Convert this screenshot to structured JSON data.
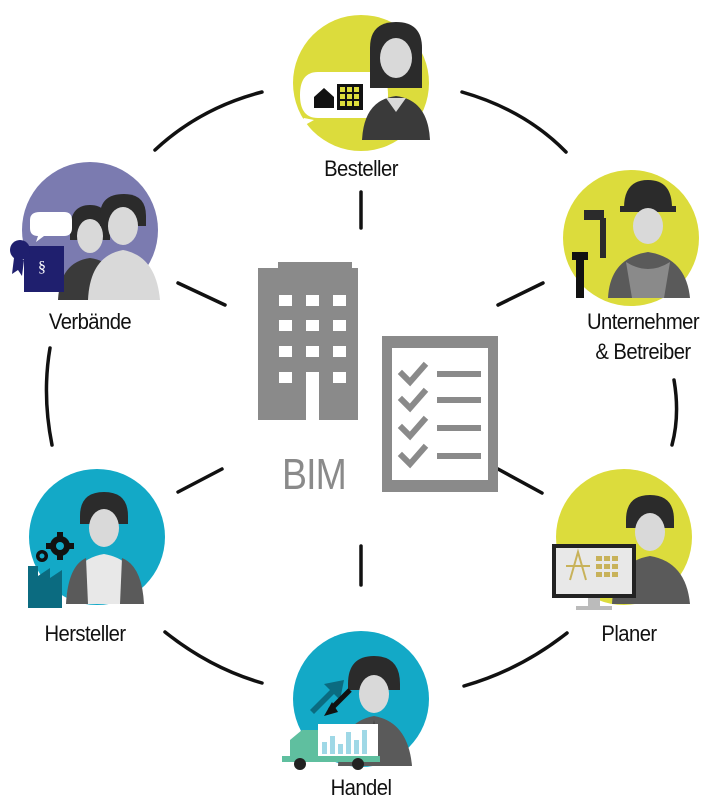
{
  "center": {
    "label": "BIM"
  },
  "roles": {
    "besteller": "Besteller",
    "unternehmer_line1": "Unternehmer",
    "unternehmer_line2": "& Betreiber",
    "planer": "Planer",
    "handel": "Handel",
    "hersteller": "Hersteller",
    "verbaende": "Verbände"
  },
  "colors": {
    "yellow": "#dcdc3c",
    "blue": "#13a9c7",
    "purple": "#7b7bb0",
    "gray": "#8a8a8a",
    "dark": "#3f3f3f"
  }
}
